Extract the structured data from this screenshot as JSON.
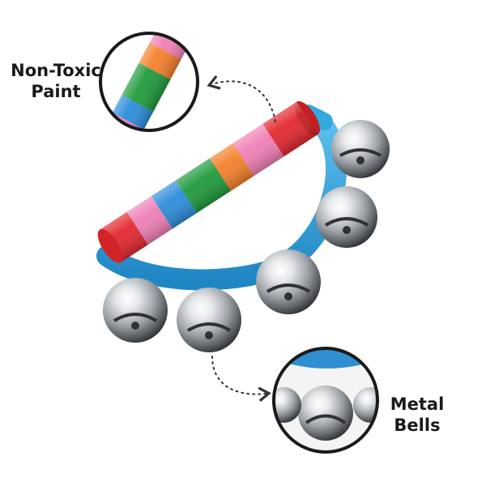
{
  "callouts": {
    "paint": {
      "line1": "Non-Toxic",
      "line2": "Paint"
    },
    "bells": {
      "line1": "Metal",
      "line2": "Bells"
    }
  },
  "colors": {
    "background": "#ffffff",
    "holder_blue": "#33a9e0",
    "stripe_red": "#e3272d",
    "stripe_pink": "#f07fb6",
    "stripe_blue": "#2d8ddc",
    "stripe_green": "#1f9a3c",
    "stripe_orange": "#f5802a",
    "bell_silver": "#c9ccd0",
    "callout_ring": "#1a1a1a"
  },
  "icons": {
    "dotted_arrow": "dotted-curved-arrow"
  }
}
